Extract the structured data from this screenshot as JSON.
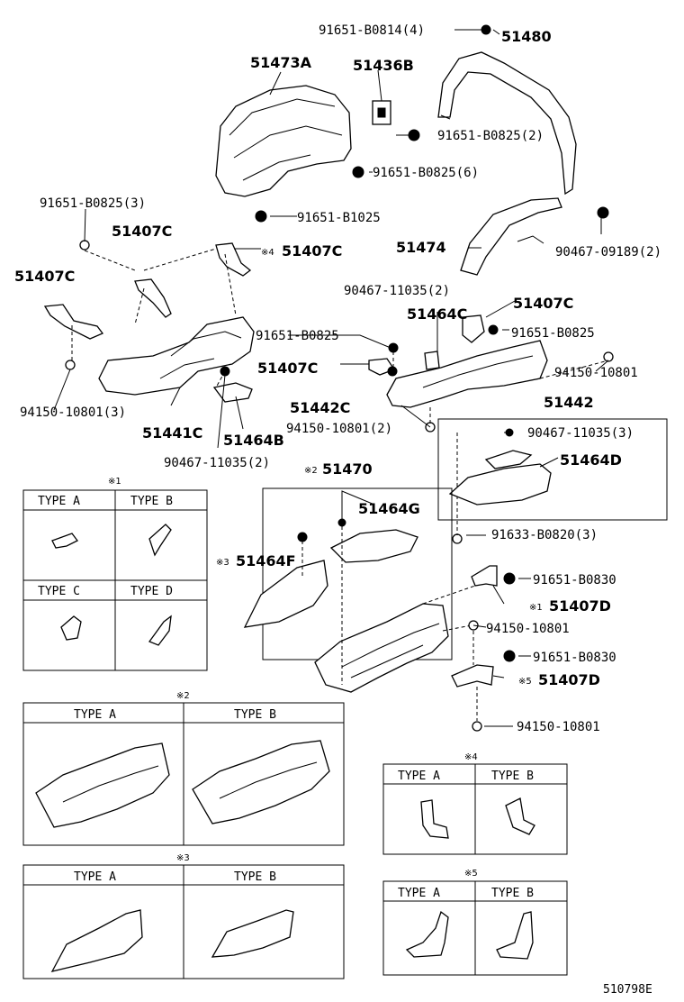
{
  "callouts": {
    "c51480": "51480",
    "c51473A": "51473A",
    "c51436B": "51436B",
    "c51474": "51474",
    "c51407C_a": "51407C",
    "c51407C_b": "51407C",
    "c51407C_c": "51407C",
    "c51407C_d": "51407C",
    "c51407C_e": "51407C",
    "c51464C": "51464C",
    "c51442C": "51442C",
    "c51442": "51442",
    "c51441C": "51441C",
    "c51464B": "51464B",
    "c51464D": "51464D",
    "c51470": "51470",
    "c51464G": "51464G",
    "c51464F": "51464F",
    "c51407D_a": "51407D",
    "c51407D_b": "51407D"
  },
  "partnums": {
    "p1": "91651-B0814(4)",
    "p2": "91651-B0825(2)",
    "p3": "91651-B0825(6)",
    "p4": "91651-B0825(3)",
    "p5": "91651-B1025",
    "p6": "90467-09189(2)",
    "p7": "90467-11035(2)",
    "p8": "91651-B0825",
    "p9": "91651-B0825",
    "p10": "94150-10801",
    "p11": "94150-10801(3)",
    "p12": "94150-10801(2)",
    "p13": "90467-11035(3)",
    "p14": "90467-11035(2)",
    "p15": "91633-B0820(3)",
    "p16": "91651-B0830",
    "p17": "94150-10801",
    "p18": "91651-B0830",
    "p19": "94150-10801"
  },
  "marks": {
    "m1": "※1",
    "m2": "※2",
    "m3": "※3",
    "m4": "※4",
    "m5": "※5",
    "m4_inline": "※4",
    "m1_inline": "※1",
    "m5_inline": "※5",
    "m2_inline": "※2",
    "m3_inline": "※3"
  },
  "tables": {
    "t1": [
      "TYPE A",
      "TYPE B",
      "TYPE C",
      "TYPE D"
    ],
    "t2": [
      "TYPE A",
      "TYPE B"
    ],
    "t3": [
      "TYPE A",
      "TYPE B"
    ],
    "t4": [
      "TYPE A",
      "TYPE B"
    ],
    "t5": [
      "TYPE A",
      "TYPE B"
    ]
  },
  "footer": "510798E"
}
